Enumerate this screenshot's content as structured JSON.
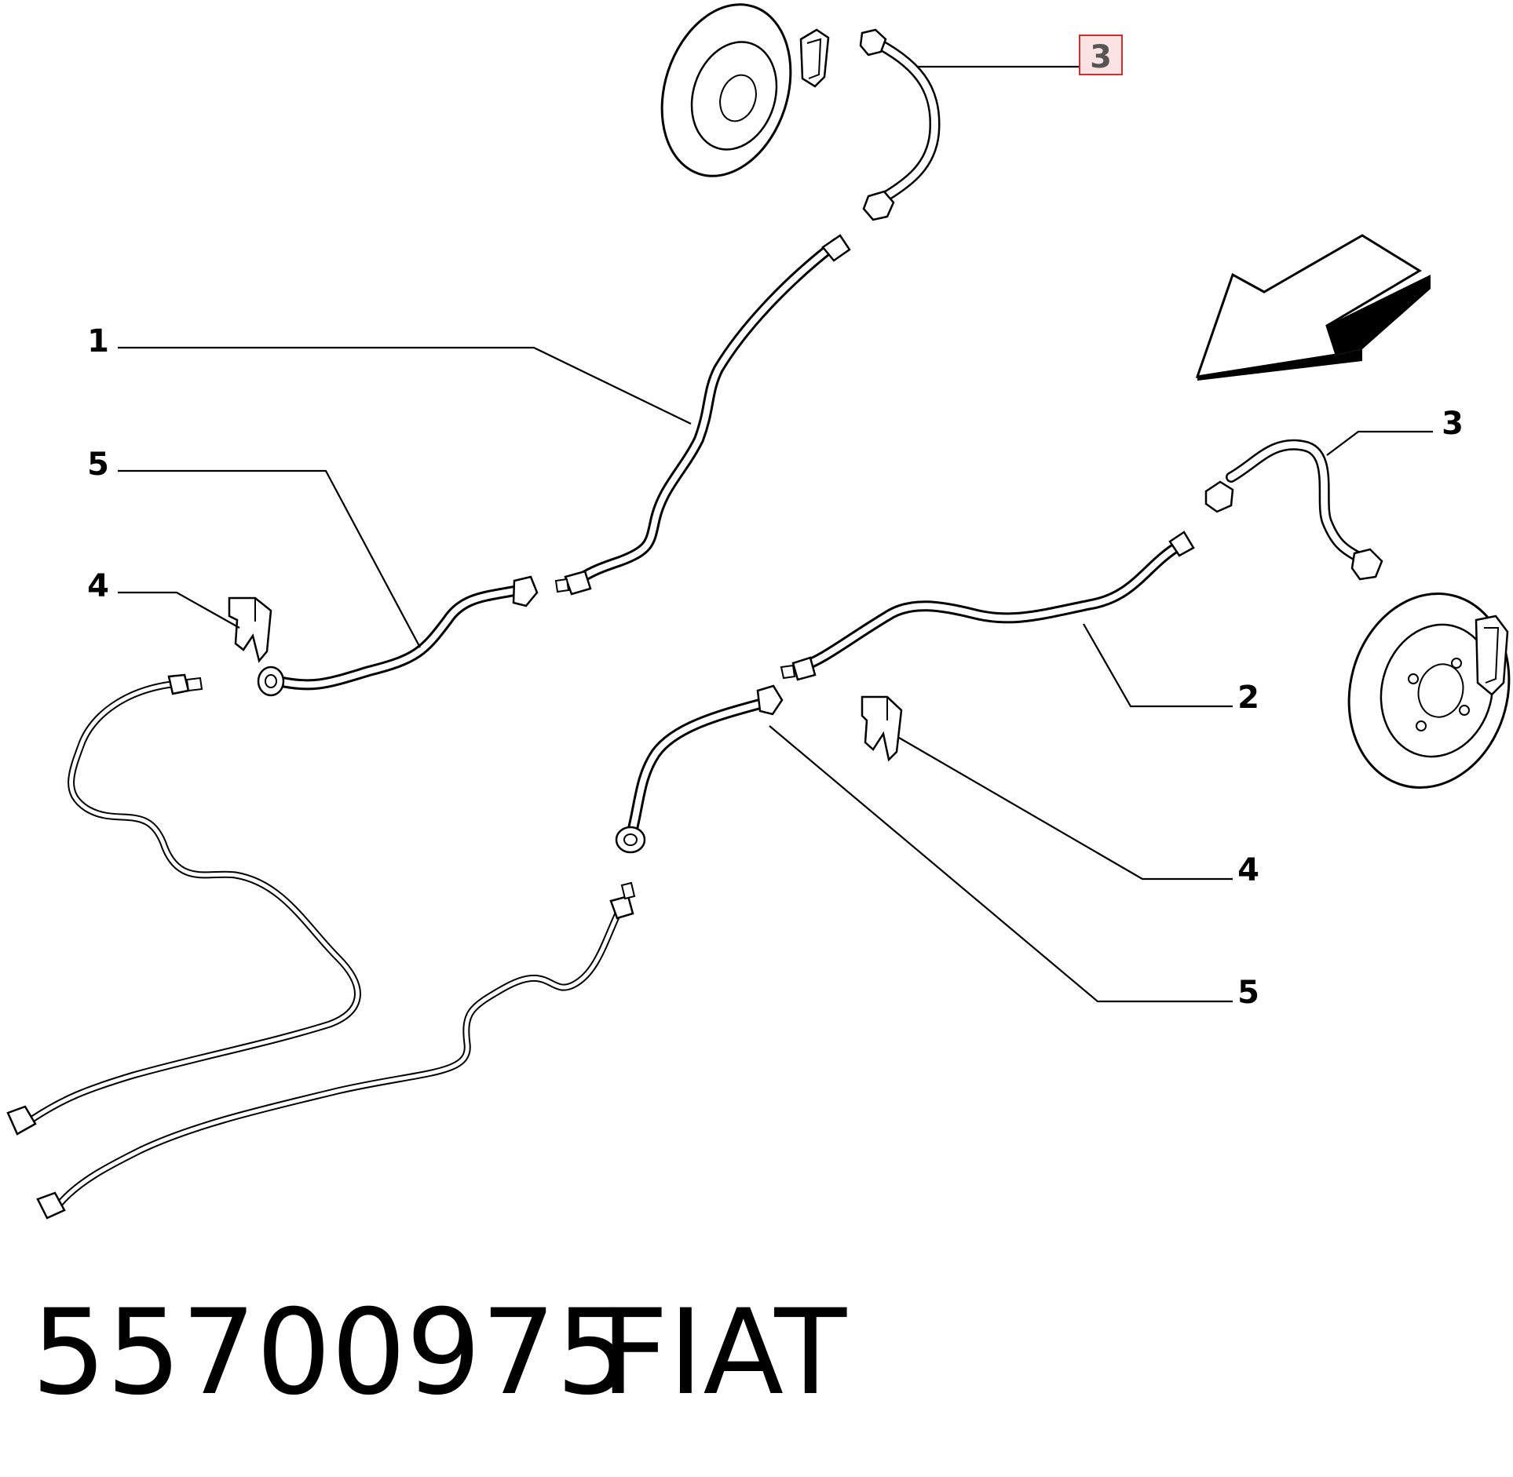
{
  "callouts": [
    {
      "id": "label-3-highlight",
      "text": "3",
      "highlighted": true
    },
    {
      "id": "label-1",
      "text": "1"
    },
    {
      "id": "label-5-left",
      "text": "5"
    },
    {
      "id": "label-4-left",
      "text": "4"
    },
    {
      "id": "label-3-right",
      "text": "3"
    },
    {
      "id": "label-2",
      "text": "2"
    },
    {
      "id": "label-4-right",
      "text": "4"
    },
    {
      "id": "label-5-right",
      "text": "5"
    }
  ],
  "part": {
    "number": "55700975",
    "brand": "FIAT"
  },
  "colors": {
    "ink": "#000000",
    "highlight_border": "#d62b2b",
    "highlight_fill": "#fbe3e3",
    "highlight_text": "#555555"
  },
  "icons": {
    "direction": "arrow-down-left-icon"
  }
}
